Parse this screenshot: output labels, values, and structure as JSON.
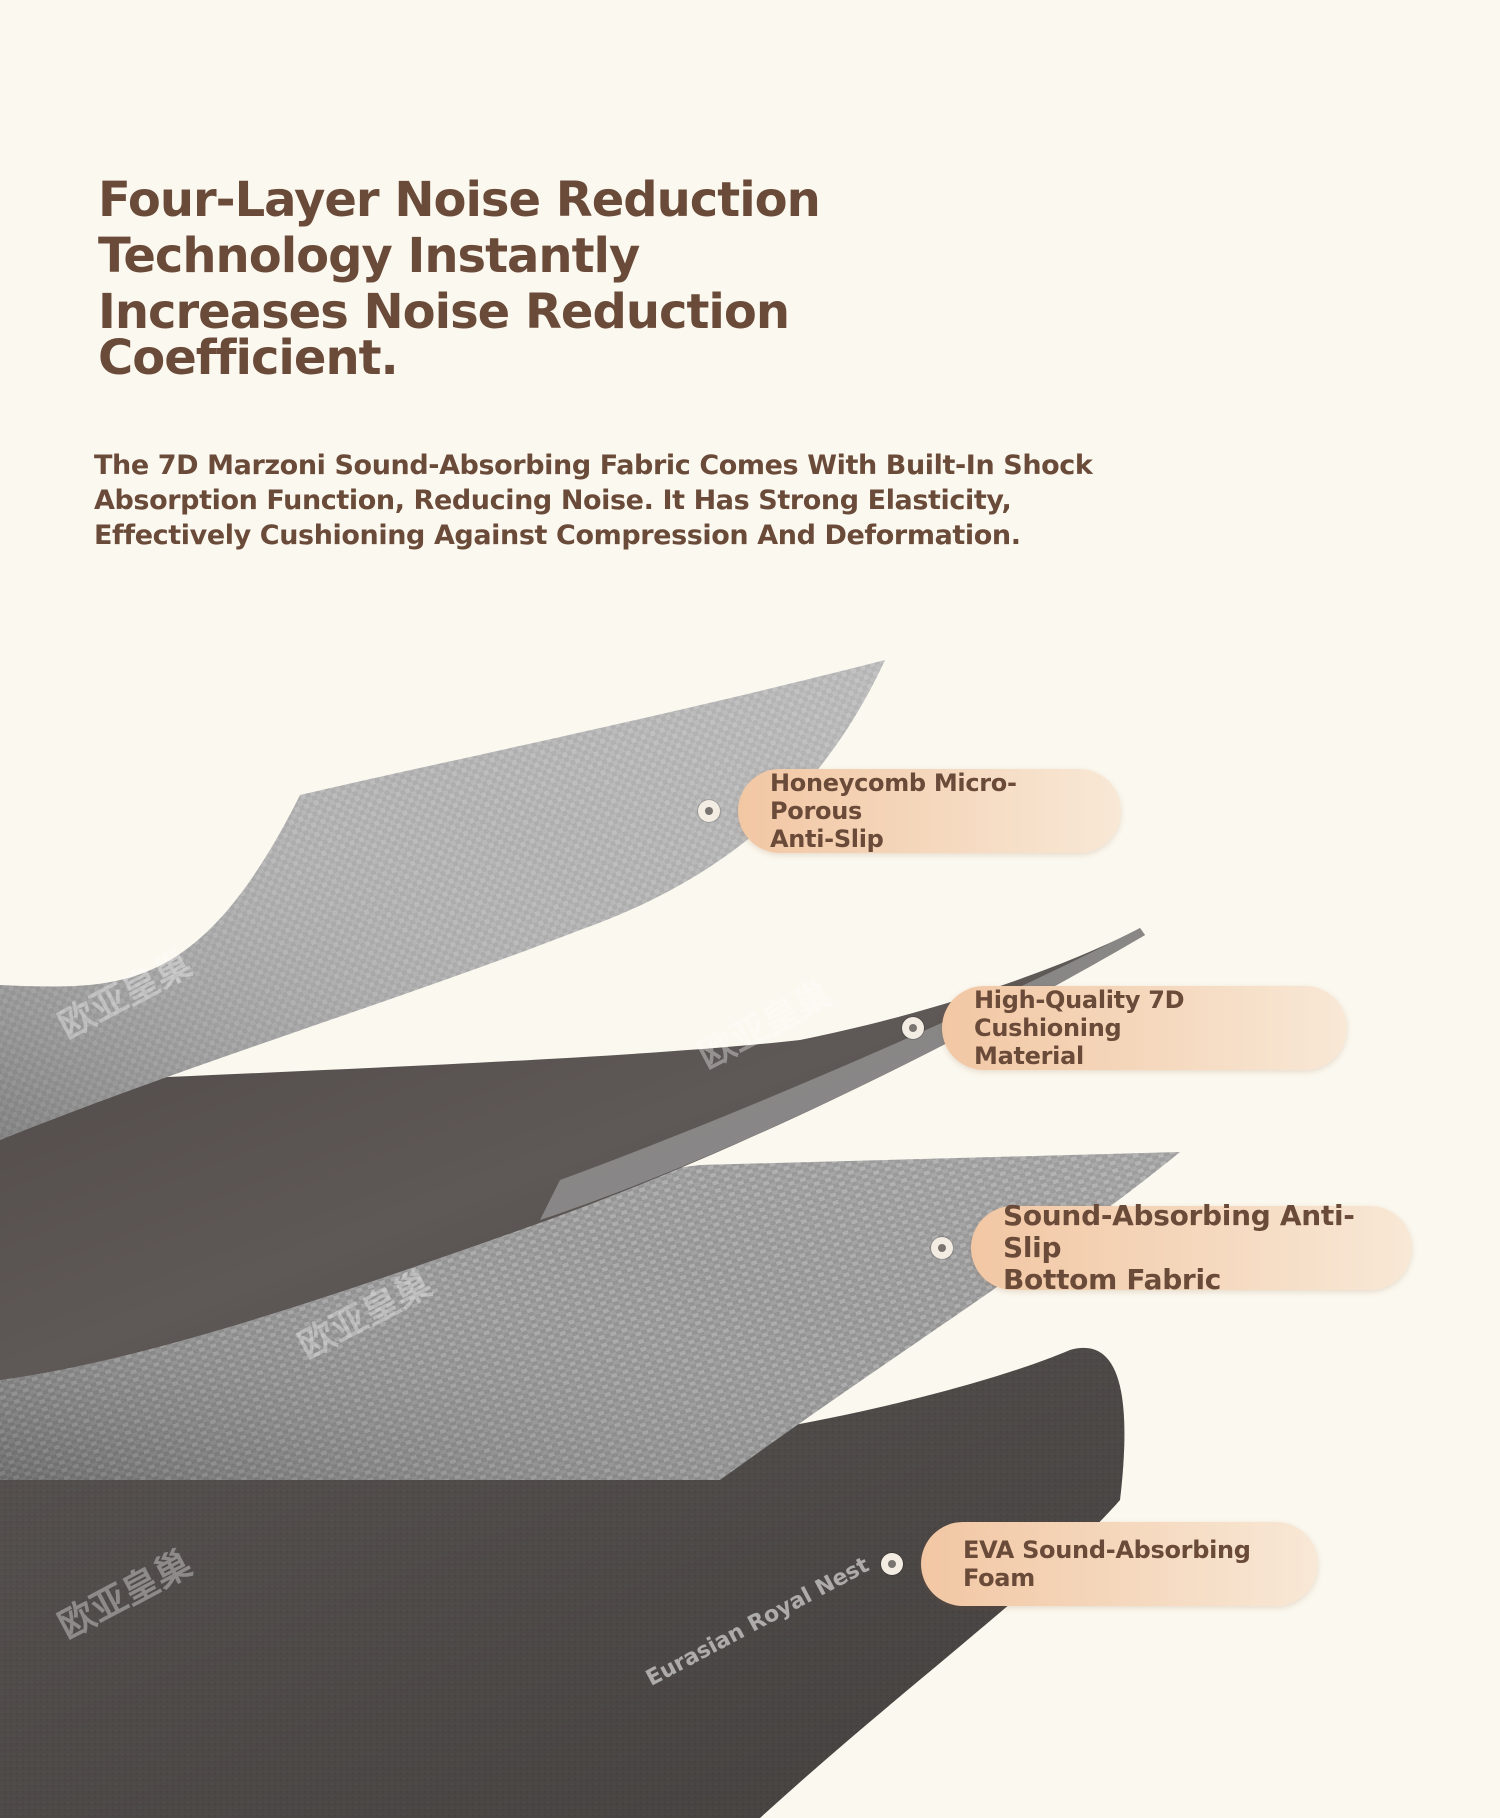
{
  "headline": {
    "line1": "Four-Layer Noise Reduction",
    "line2": "Technology Instantly",
    "line3": "Increases Noise Reduction",
    "line4": "Coefficient."
  },
  "description": "The 7D Marzoni Sound-Absorbing Fabric Comes With Built-In Shock Absorption Function, Reducing Noise. It Has Strong Elasticity, Effectively Cushioning Against Compression And Deformation.",
  "layers": [
    {
      "label": "Honeycomb Micro-Porous\nAnti-Slip"
    },
    {
      "label": "High-Quality 7D Cushioning\nMaterial"
    },
    {
      "label": "Sound-Absorbing Anti-Slip\nBottom Fabric"
    },
    {
      "label": "EVA Sound-Absorbing Foam"
    }
  ],
  "brand": "Eurasian Royal Nest",
  "watermark": "欧亚皇巢"
}
